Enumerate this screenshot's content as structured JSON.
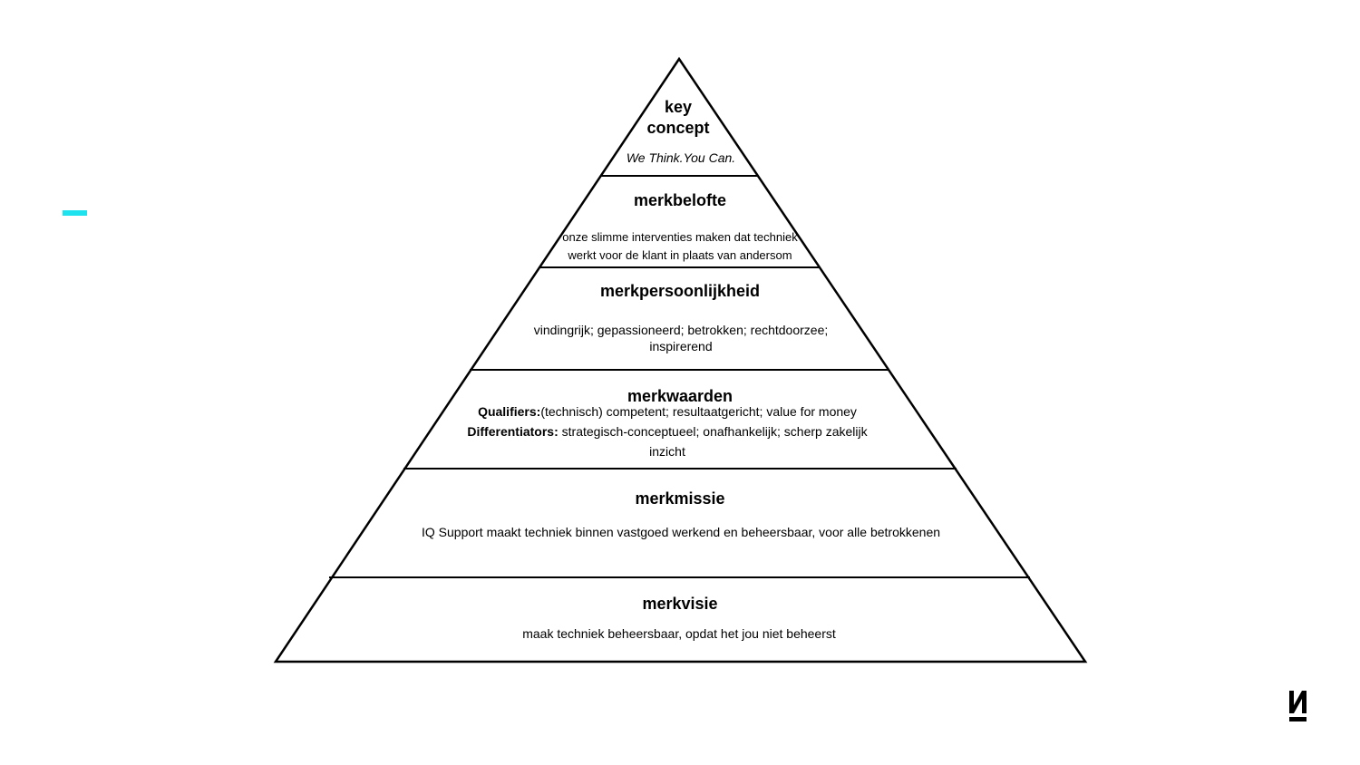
{
  "accent_color": "#1ee3ee",
  "pyramid": {
    "levels": [
      {
        "title_line1": "key",
        "title_line2": "concept",
        "text": "We Think.You Can."
      },
      {
        "title": "merkbelofte",
        "text_line1": "onze slimme interventies maken dat techniek",
        "text_line2": "werkt voor de klant in plaats van andersom"
      },
      {
        "title": "merkpersoonlijkheid",
        "text_line1": "vindingrijk; gepassioneerd; betrokken; rechtdoorzee;",
        "text_line2": "inspirerend"
      },
      {
        "title": "merkwaarden",
        "qualifiers_label": "Qualifiers:",
        "qualifiers_text": "(technisch) competent; resultaatgericht; value for money",
        "differentiators_label": "Differentiators:",
        "differentiators_text": " strategisch-conceptueel; onafhankelijk; scherp zakelijk",
        "text_line3": "inzicht"
      },
      {
        "title": "merkmissie",
        "text": "IQ Support maakt techniek binnen vastgoed werkend en beheersbaar, voor alle betrokkenen"
      },
      {
        "title": "merkvisie",
        "text": "maak techniek beheersbaar, opdat het jou niet beheerst"
      }
    ]
  },
  "logo_icon": "brand-logo-icon"
}
